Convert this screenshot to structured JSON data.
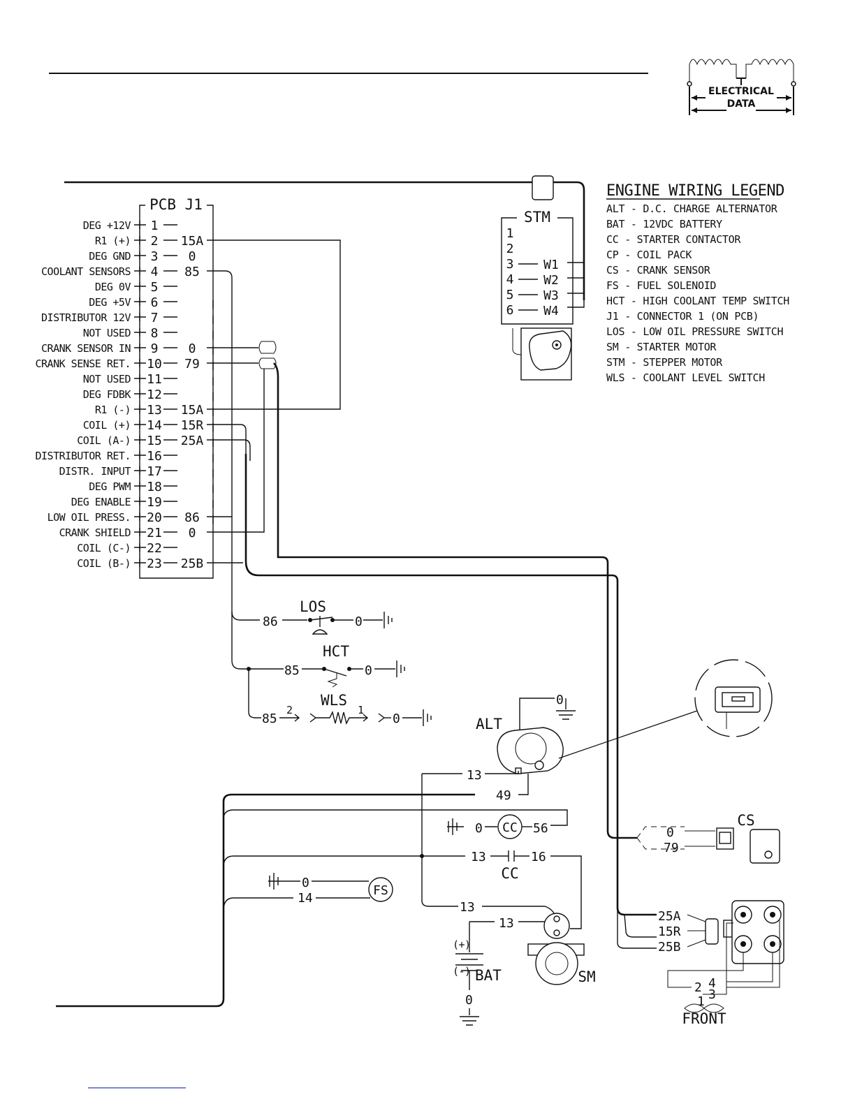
{
  "badge": {
    "line1": "ELECTRICAL",
    "line2": "DATA"
  },
  "pcb": {
    "title": "PCB J1",
    "pins": [
      {
        "name": "DEG +12V",
        "num": "1",
        "wire": ""
      },
      {
        "name": "R1 (+)",
        "num": "2",
        "wire": "15A"
      },
      {
        "name": "DEG GND",
        "num": "3",
        "wire": "0"
      },
      {
        "name": "COOLANT SENSORS",
        "num": "4",
        "wire": "85"
      },
      {
        "name": "DEG 0V",
        "num": "5",
        "wire": ""
      },
      {
        "name": "DEG +5V",
        "num": "6",
        "wire": ""
      },
      {
        "name": "DISTRIBUTOR 12V",
        "num": "7",
        "wire": ""
      },
      {
        "name": "NOT USED",
        "num": "8",
        "wire": ""
      },
      {
        "name": "CRANK SENSOR IN",
        "num": "9",
        "wire": "0"
      },
      {
        "name": "CRANK SENSE RET.",
        "num": "10",
        "wire": "79"
      },
      {
        "name": "NOT USED",
        "num": "11",
        "wire": ""
      },
      {
        "name": "DEG FDBK",
        "num": "12",
        "wire": ""
      },
      {
        "name": "R1 (-)",
        "num": "13",
        "wire": "15A"
      },
      {
        "name": "COIL (+)",
        "num": "14",
        "wire": "15R"
      },
      {
        "name": "COIL (A-)",
        "num": "15",
        "wire": "25A"
      },
      {
        "name": "DISTRIBUTOR RET.",
        "num": "16",
        "wire": ""
      },
      {
        "name": "DISTR. INPUT",
        "num": "17",
        "wire": ""
      },
      {
        "name": "DEG PWM",
        "num": "18",
        "wire": ""
      },
      {
        "name": "DEG ENABLE",
        "num": "19",
        "wire": ""
      },
      {
        "name": "LOW OIL PRESS.",
        "num": "20",
        "wire": "86"
      },
      {
        "name": "CRANK SHIELD",
        "num": "21",
        "wire": "0"
      },
      {
        "name": "COIL (C-)",
        "num": "22",
        "wire": ""
      },
      {
        "name": "COIL (B-)",
        "num": "23",
        "wire": "25B"
      }
    ]
  },
  "stm": {
    "title": "STM",
    "pins": [
      {
        "num": "1",
        "wire": ""
      },
      {
        "num": "2",
        "wire": ""
      },
      {
        "num": "3",
        "wire": "W1"
      },
      {
        "num": "4",
        "wire": "W2"
      },
      {
        "num": "5",
        "wire": "W3"
      },
      {
        "num": "6",
        "wire": "W4"
      }
    ]
  },
  "legend": {
    "title": "ENGINE WIRING LEGEND",
    "items": [
      "ALT - D.C. CHARGE ALTERNATOR",
      "BAT - 12VDC BATTERY",
      "CC  - STARTER CONTACTOR",
      "CP  - COIL PACK",
      "CS  - CRANK SENSOR",
      "FS  - FUEL SOLENOID",
      "HCT - HIGH COOLANT TEMP SWITCH",
      "J1 - CONNECTOR 1 (ON PCB)",
      "LOS - LOW OIL PRESSURE SWITCH",
      "SM  - STARTER MOTOR",
      "STM - STEPPER MOTOR",
      "WLS - COOLANT LEVEL SWITCH"
    ]
  },
  "switches": {
    "los": {
      "label": "LOS",
      "wire_in": "86",
      "wire_out": "0"
    },
    "hct": {
      "label": "HCT",
      "wire_in": "85",
      "wire_out": "0"
    },
    "wls": {
      "label": "WLS",
      "wire_in": "85",
      "pin_a": "2",
      "pin_b": "1",
      "wire_out": "0"
    }
  },
  "alt": {
    "label": "ALT",
    "ground": "0",
    "w13": "13",
    "w49": "49"
  },
  "cc_top": {
    "label": "CC",
    "left": "0",
    "right": "56"
  },
  "cc_mid": {
    "label": "CC",
    "left": "13",
    "right": "16"
  },
  "fs": {
    "label": "FS",
    "ground": "0",
    "wire": "14"
  },
  "sm": {
    "label": "SM",
    "w13a": "13",
    "w13b": "13"
  },
  "bat": {
    "label": "BAT",
    "plus": "(+)",
    "minus": "(-)",
    "ground": "0"
  },
  "cs": {
    "label": "CS",
    "w0": "0",
    "w79": "79"
  },
  "cp": {
    "label": "CP",
    "w25a": "25A",
    "w15r": "15R",
    "w25b": "25B",
    "n2": "2",
    "n1": "1",
    "n4": "4",
    "n3": "3",
    "front": "FRONT"
  }
}
